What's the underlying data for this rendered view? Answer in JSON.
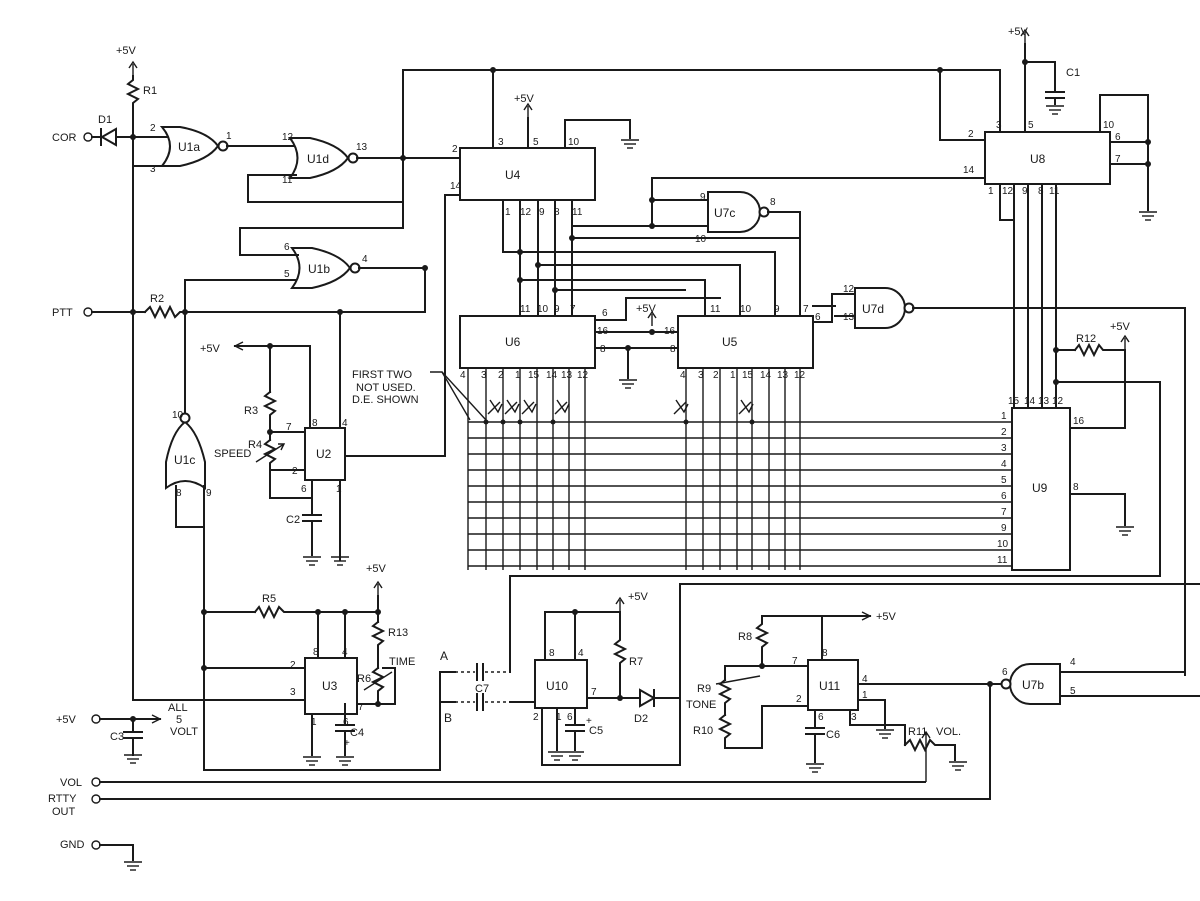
{
  "vcc": "+5V",
  "terminals": {
    "cor": "COR",
    "ptt": "PTT",
    "plus5": "+5V",
    "vol": "VOL",
    "rtty": "RTTY",
    "out": "OUT",
    "gnd": "GND"
  },
  "components": {
    "u1a": "U1a",
    "u1b": "U1b",
    "u1c": "U1c",
    "u1d": "U1d",
    "u2": "U2",
    "u3": "U3",
    "u4": "U4",
    "u5": "U5",
    "u6": "U6",
    "u7b": "U7b",
    "u7c": "U7c",
    "u7d": "U7d",
    "u8": "U8",
    "u9": "U9",
    "u10": "U10",
    "u11": "U11",
    "r1": "R1",
    "r2": "R2",
    "r3": "R3",
    "r4": "R4",
    "r5": "R5",
    "r6": "R6",
    "r7": "R7",
    "r8": "R8",
    "r9": "R9",
    "r10": "R10",
    "r11": "R11",
    "r12": "R12",
    "r13": "R13",
    "c1": "C1",
    "c2": "C2",
    "c3": "C3",
    "c4": "C4",
    "c5": "C5",
    "c6": "C6",
    "c7": "C7",
    "d1": "D1",
    "d2": "D2"
  },
  "annotations": {
    "speed": "SPEED",
    "time": "TIME",
    "tone": "TONE",
    "vol": "VOL.",
    "a": "A",
    "b": "B",
    "note1": "FIRST TWO",
    "note2": "NOT USED.",
    "note3": "D.E. SHOWN",
    "all": "ALL",
    "five": "5",
    "volt": "VOLT"
  },
  "u9_pins": [
    "1",
    "2",
    "3",
    "4",
    "5",
    "6",
    "7",
    "9",
    "10",
    "11"
  ]
}
